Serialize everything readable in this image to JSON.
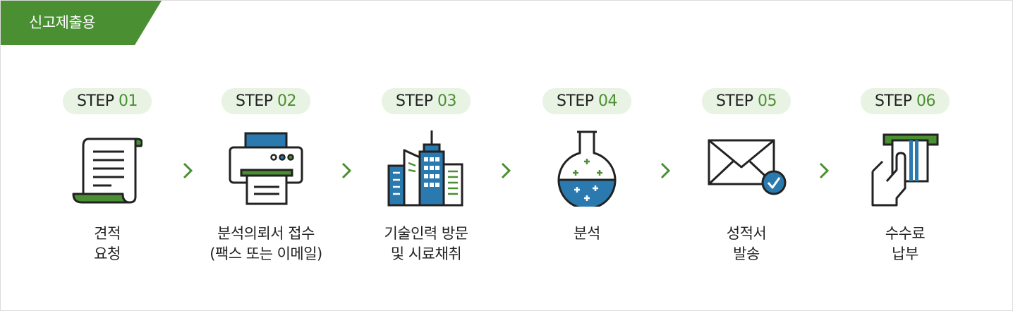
{
  "tab_label": "신고제출용",
  "steps": [
    {
      "badge_prefix": "STEP ",
      "badge_num": "01",
      "line1": "견적",
      "line2": "요청",
      "icon": "document-scroll-icon"
    },
    {
      "badge_prefix": "STEP ",
      "badge_num": "02",
      "line1": "분석의뢰서 접수",
      "line2": "(팩스 또는 이메일)",
      "icon": "printer-icon"
    },
    {
      "badge_prefix": "STEP ",
      "badge_num": "03",
      "line1": "기술인력 방문",
      "line2": "및 시료채취",
      "icon": "buildings-icon"
    },
    {
      "badge_prefix": "STEP ",
      "badge_num": "04",
      "line1": "분석",
      "line2": "",
      "icon": "flask-icon"
    },
    {
      "badge_prefix": "STEP ",
      "badge_num": "05",
      "line1": "성적서",
      "line2": "발송",
      "icon": "envelope-check-icon"
    },
    {
      "badge_prefix": "STEP ",
      "badge_num": "06",
      "line1": "수수료",
      "line2": "납부",
      "icon": "card-payment-icon"
    }
  ],
  "colors": {
    "accent_green": "#4a8f32",
    "badge_bg": "#e9f3e3",
    "icon_blue": "#2a7ab0",
    "outline": "#222222"
  }
}
